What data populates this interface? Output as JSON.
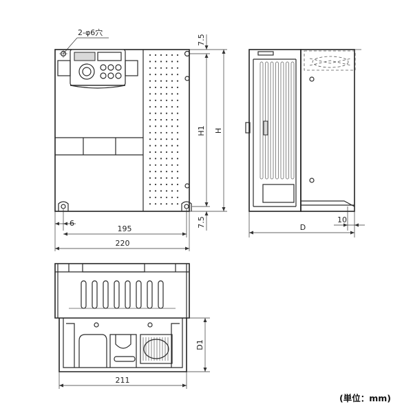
{
  "labels": {
    "hole_note": "2-φ6穴",
    "dim_7_5_top": "7.5",
    "dim_h1": "H1",
    "dim_h": "H",
    "dim_6": "6",
    "dim_195": "195",
    "dim_220": "220",
    "dim_7_5_bottom": "7.5",
    "dim_d": "D",
    "dim_10": "10",
    "dim_d1": "D1",
    "dim_211": "211",
    "unit": "(単位：mm)"
  }
}
